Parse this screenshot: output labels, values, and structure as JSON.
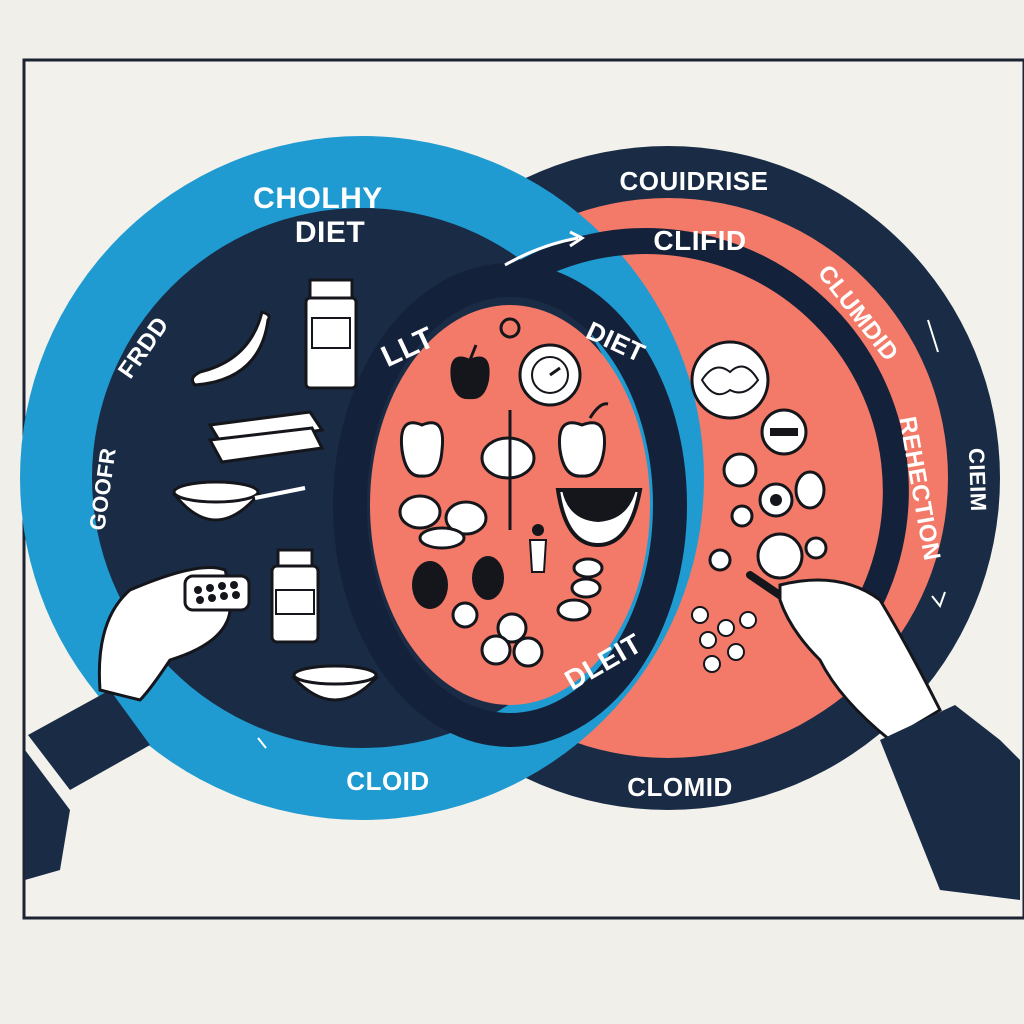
{
  "diagram": {
    "left_circle": {
      "title_line1": "CHOLHY",
      "title_line2": "DIET",
      "label_food": "FRDD",
      "label_side": "GOOFR",
      "label_bottom": "CLOID"
    },
    "right_circle": {
      "title": "COUIDRISE",
      "label_inner": "CLIFID",
      "label_arc1": "CLUMDID",
      "label_arc2": "REHECTION",
      "label_side": "CIEIM",
      "label_bottom": "CLOMID"
    },
    "overlap": {
      "label_top": "LLT",
      "label_right": "DIET",
      "label_bottom": "DLEIT"
    }
  },
  "colors": {
    "background": "#f1efe9",
    "frame": "#1c2433",
    "blue": "#1f9bd1",
    "navy": "#1a2c45",
    "coral": "#f37a68",
    "ink": "#14161c",
    "white": "#ffffff"
  },
  "icons": [
    "banana-icon",
    "bottle-icon",
    "bread-slices-icon",
    "cereal-bowl-icon",
    "pill-bottle-icon",
    "pill-pack-icon",
    "bowl-icon",
    "apple-icon",
    "clock-plate-icon",
    "apple-icon",
    "vegetable-icon",
    "apple-icon",
    "bowl-icon",
    "egg-icon",
    "person-icon",
    "pills-icon",
    "brain-food-icon",
    "plate-icon",
    "egg-cluster-icon",
    "pen-icon"
  ]
}
